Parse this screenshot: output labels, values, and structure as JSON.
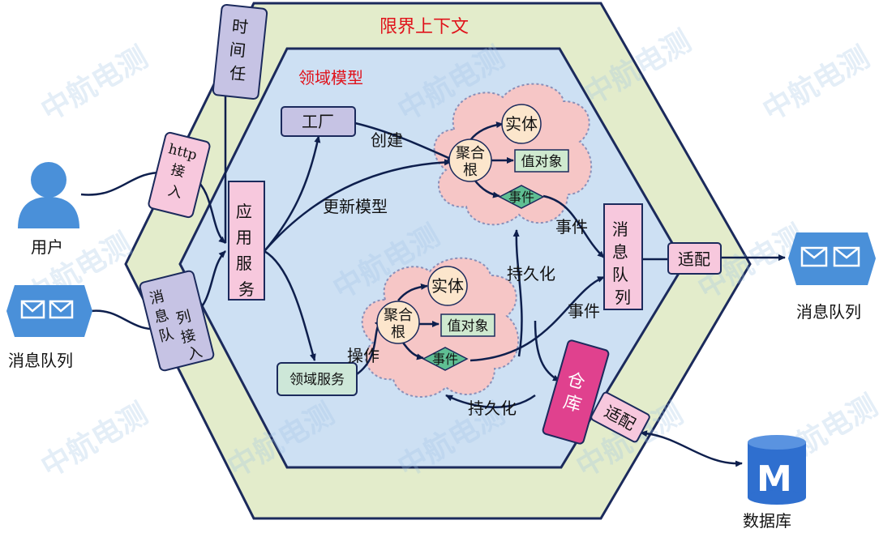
{
  "title": "限界上下文",
  "domain_model": "领域模型",
  "external": {
    "user": "用户",
    "mq_in": "消息队列",
    "mq_out": "消息队列",
    "database": "数据库",
    "db_logo": "M"
  },
  "adapters": {
    "timer": "时间任务",
    "http": "http接入点",
    "mq_in": "消息队列接入点",
    "adapt_mq": "适配",
    "adapt_db": "适配"
  },
  "components": {
    "app_service": "应用服务",
    "factory": "工厂",
    "domain_service": "领域服务",
    "mq_inner": "消息队列",
    "repository": "仓库"
  },
  "aggregate1": {
    "root": "聚合根",
    "entity": "实体",
    "value_object": "值对象",
    "event": "事件"
  },
  "aggregate2": {
    "root": "聚合根",
    "entity": "实体",
    "value_object": "值对象",
    "event": "事件"
  },
  "arrows": {
    "create": "创建",
    "update": "更新模型",
    "operate": "操作",
    "event1": "事件",
    "event2": "事件",
    "persist1": "持久化",
    "persist2": "持久化"
  },
  "watermark": "中航电测",
  "colors": {
    "outer_hex": "#e3eccb",
    "inner_hex": "#cde0f3",
    "cloud": "#f6c6c6",
    "pink_box": "#f7c8dd",
    "lavender_box": "#c6c3e4",
    "repository": "#e0418e",
    "title_red": "#e0121b",
    "event_green": "#5fbf93",
    "value_green": "#cfe9cf",
    "icon_blue": "#4a90d9"
  }
}
